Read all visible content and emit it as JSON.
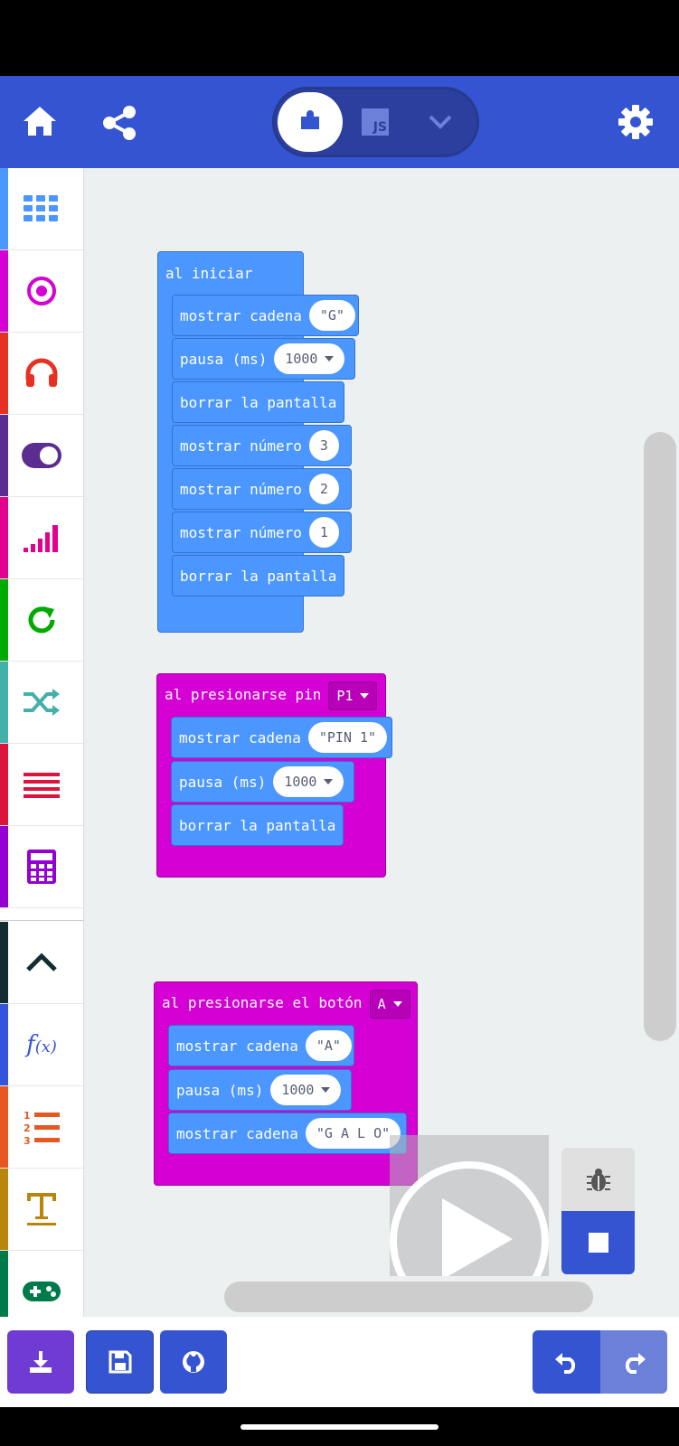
{
  "colors": {
    "header": "#3454d1",
    "basic": "#4c97ff",
    "input": "#d400d4",
    "workspace": "#ecf0f1"
  },
  "header": {
    "home_icon": "home-icon",
    "share_icon": "share-icon",
    "blocks_icon": "puzzle-icon",
    "js_label": "JS",
    "dropdown_icon": "chevron-down-icon",
    "settings_icon": "gear-icon"
  },
  "toolbox": {
    "categories": [
      {
        "icon": "grid-icon",
        "color": "#4c97ff"
      },
      {
        "icon": "target-icon",
        "color": "#d400d4"
      },
      {
        "icon": "headphones-icon",
        "color": "#e63022"
      },
      {
        "icon": "toggle-icon",
        "color": "#5c2d91"
      },
      {
        "icon": "signal-icon",
        "color": "#e3008c"
      },
      {
        "icon": "loop-icon",
        "color": "#00aa00"
      },
      {
        "icon": "shuffle-icon",
        "color": "#43b1a9"
      },
      {
        "icon": "lines-icon",
        "color": "#e63022"
      },
      {
        "icon": "calculator-icon",
        "color": "#9400d3"
      },
      {
        "icon": "chevron-up-icon",
        "color": "#132c32"
      },
      {
        "icon": "function-icon",
        "color": "#3455db"
      },
      {
        "icon": "list-icon",
        "color": "#e65722"
      },
      {
        "icon": "text-icon",
        "color": "#b8860b"
      },
      {
        "icon": "gamepad-icon",
        "color": "#007a4b"
      }
    ]
  },
  "workspace": {
    "on_start": {
      "label": "al iniciar",
      "blocks": [
        {
          "label": "mostrar cadena",
          "value": "\"G\""
        },
        {
          "label": "pausa (ms)",
          "value": "1000"
        },
        {
          "label": "borrar la pantalla"
        },
        {
          "label": "mostrar número",
          "value": "3"
        },
        {
          "label": "mostrar número",
          "value": "2"
        },
        {
          "label": "mostrar número",
          "value": "1"
        },
        {
          "label": "borrar la pantalla"
        }
      ]
    },
    "on_pin": {
      "label": "al presionarse pin",
      "option": "P1",
      "blocks": [
        {
          "label": "mostrar cadena",
          "value": "\"PIN 1\""
        },
        {
          "label": "pausa (ms)",
          "value": "1000"
        },
        {
          "label": "borrar la pantalla"
        }
      ]
    },
    "on_button": {
      "label": "al presionarse el botón",
      "option": "A",
      "blocks": [
        {
          "label": "mostrar cadena",
          "value": "\"A\""
        },
        {
          "label": "pausa (ms)",
          "value": "1000"
        },
        {
          "label": "mostrar cadena",
          "value": "\"G A L O\""
        }
      ]
    }
  },
  "simulator": {
    "play_icon": "play-icon",
    "debug_icon": "bug-icon",
    "stop_icon": "stop-icon"
  },
  "bottom": {
    "download_icon": "download-icon",
    "save_icon": "save-icon",
    "github_icon": "github-icon",
    "undo_icon": "undo-icon",
    "redo_icon": "redo-icon"
  }
}
